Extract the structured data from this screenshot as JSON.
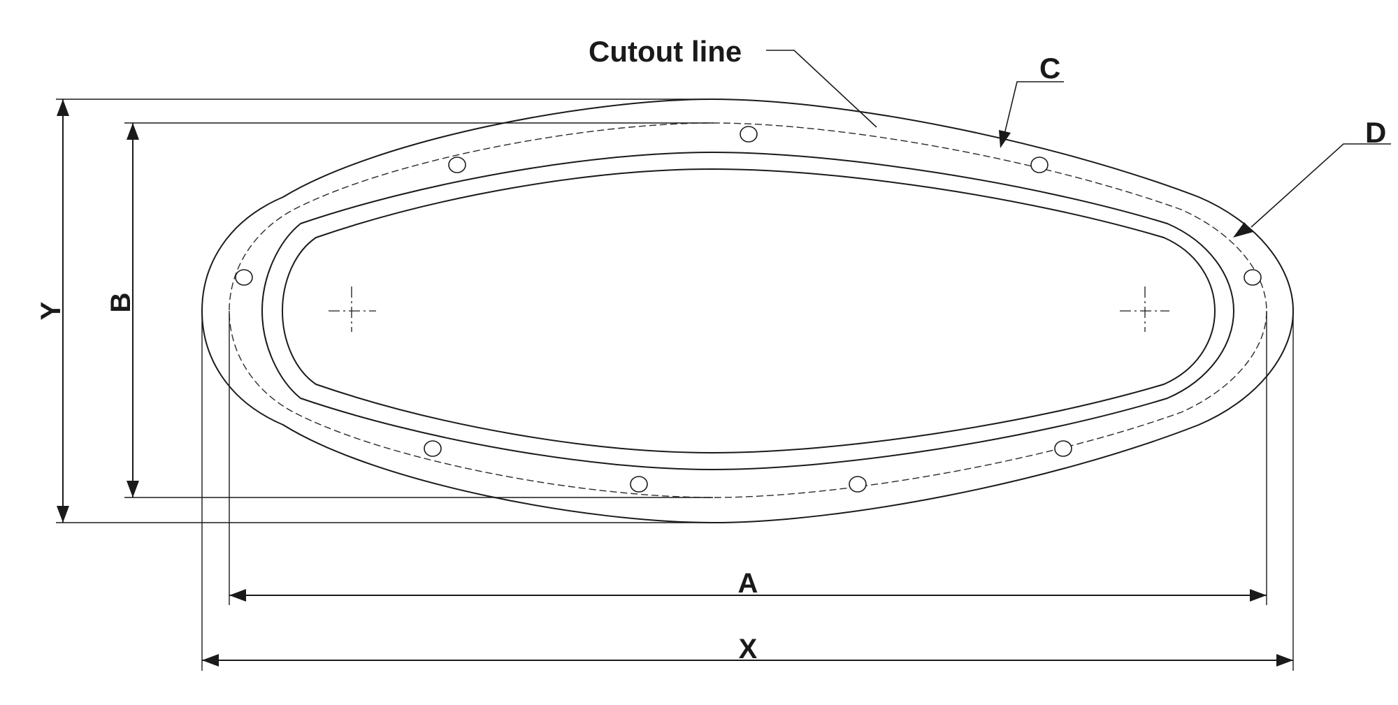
{
  "labels": {
    "cutout_line": "Cutout line",
    "c": "C",
    "d": "D",
    "y": "Y",
    "b": "B",
    "a": "A",
    "x": "X"
  },
  "colors": {
    "line": "#1a1a1a",
    "background": "#ffffff"
  }
}
